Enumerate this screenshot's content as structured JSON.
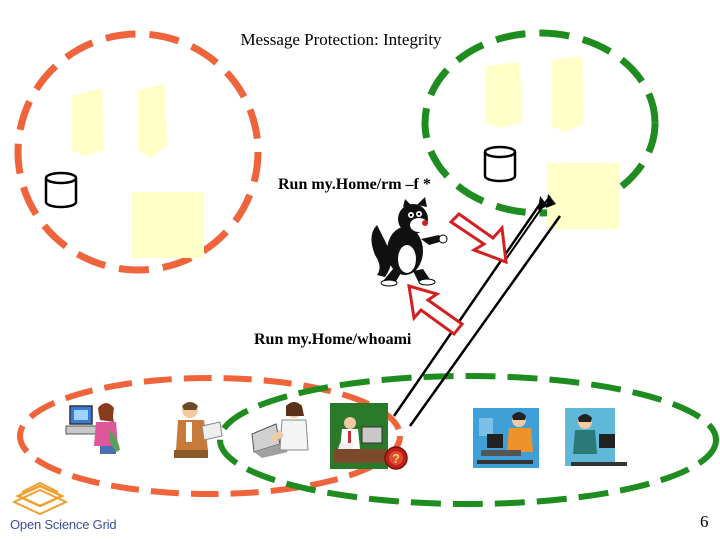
{
  "title": "Message Protection: Integrity",
  "labels": {
    "command_rm": "Run my.Home/rm –f *",
    "command_whoami": "Run my.Home/whoami"
  },
  "logo": {
    "text": "Open Science Grid",
    "accent": "#f0a030",
    "text_color": "#3d4f9c"
  },
  "page_number": "6",
  "colors": {
    "orange_boundary": "#f0643c",
    "green_boundary": "#1e8c1e",
    "note_yellow": "#ffffc8",
    "arrow_red": "#d22020",
    "line_black": "#000000"
  },
  "icons": {
    "attacker": "cartoon-cat-icon",
    "question_badge": "question-mark-icon",
    "database": "database-icon",
    "users": [
      "woman-at-computer-icon",
      "man-reading-icon",
      "woman-at-laptop-icon",
      "man-at-desk-icon",
      "man-at-computer-icon",
      "person-at-computer-icon"
    ]
  },
  "badge": {
    "text": "?"
  }
}
